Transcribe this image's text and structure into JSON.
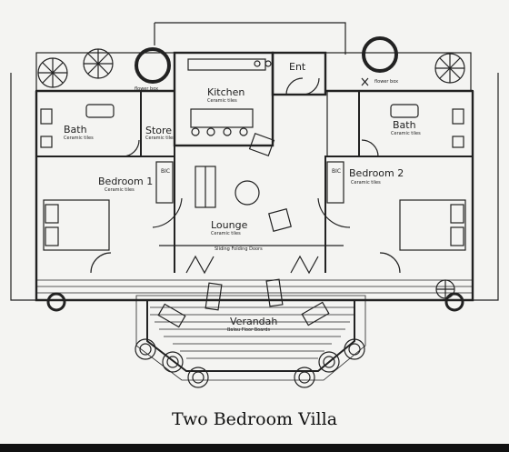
{
  "rooms": {
    "kitchen": {
      "name": "Kitchen",
      "finish": "Ceramic tiles"
    },
    "entry": {
      "name": "Ent"
    },
    "store": {
      "name": "Store",
      "finish": "Ceramic tiles"
    },
    "bath_left": {
      "name": "Bath",
      "finish": "Ceramic tiles"
    },
    "bath_right": {
      "name": "Bath",
      "finish": "Ceramic tiles"
    },
    "bedroom_1": {
      "name": "Bedroom 1",
      "finish": "Ceramic tiles"
    },
    "bedroom_2": {
      "name": "Bedroom 2",
      "finish": "Ceramic tiles"
    },
    "lounge": {
      "name": "Lounge",
      "finish": "Ceramic tiles"
    },
    "verandah": {
      "name": "Verandah",
      "finish": "Balau Floor Boards"
    }
  },
  "labels": {
    "flower_box_left": "flower box",
    "flower_box_right": "flower box",
    "bic_left": "BIC",
    "bic_right": "BIC",
    "sliding_doors": "Sliding Folding Doors"
  },
  "caption": "Two Bedroom Villa",
  "colors": {
    "line": "#222222",
    "paper": "#f4f4f2",
    "bar": "#111111"
  }
}
